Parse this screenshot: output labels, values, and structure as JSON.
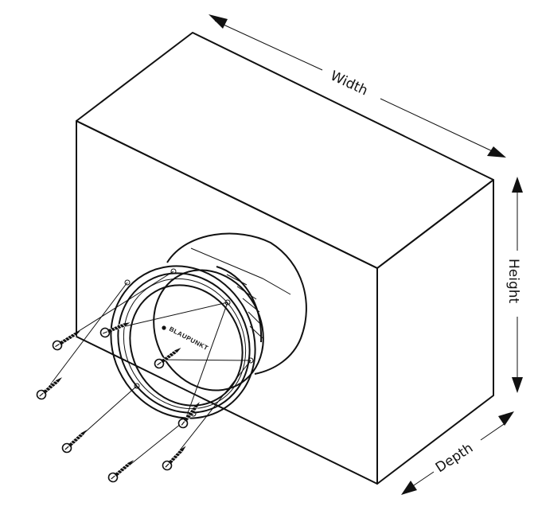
{
  "dimensions": {
    "width_label": "Width",
    "height_label": "Height",
    "depth_label": "Depth"
  },
  "speaker": {
    "brand": "BLAUPUNKT"
  },
  "colors": {
    "line": "#111111",
    "background": "#ffffff"
  }
}
